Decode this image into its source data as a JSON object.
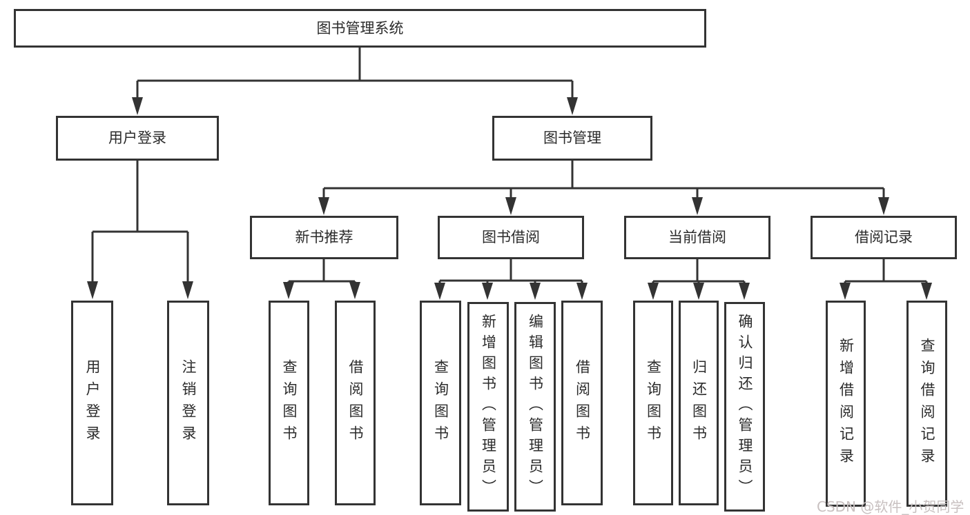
{
  "diagram_title": "图书管理系统",
  "tree": {
    "root": {
      "label": "图书管理系统"
    },
    "children": [
      {
        "label": "用户登录",
        "children": [
          {
            "label": "用户登录"
          },
          {
            "label": "注销登录"
          }
        ]
      },
      {
        "label": "图书管理",
        "children": [
          {
            "label": "新书推荐",
            "children": [
              {
                "label": "查询图书"
              },
              {
                "label": "借阅图书"
              }
            ]
          },
          {
            "label": "图书借阅",
            "children": [
              {
                "label": "查询图书"
              },
              {
                "label": "新增图书（管理员）"
              },
              {
                "label": "编辑图书（管理员）"
              },
              {
                "label": "借阅图书"
              }
            ]
          },
          {
            "label": "当前借阅",
            "children": [
              {
                "label": "查询图书"
              },
              {
                "label": "归还图书"
              },
              {
                "label": "确认归还（管理员）"
              }
            ]
          },
          {
            "label": "借阅记录",
            "children": [
              {
                "label": "新增借阅记录"
              },
              {
                "label": "查询借阅记录"
              }
            ]
          }
        ]
      }
    ]
  },
  "watermark": {
    "text": "CSDN @软件_小贺同学"
  },
  "colors": {
    "line": "#333333",
    "box_border": "#333333",
    "box_background": "#ffffff",
    "text": "#2b2b2b",
    "watermark": "#c8c0c0",
    "page_background": "#ffffff"
  }
}
